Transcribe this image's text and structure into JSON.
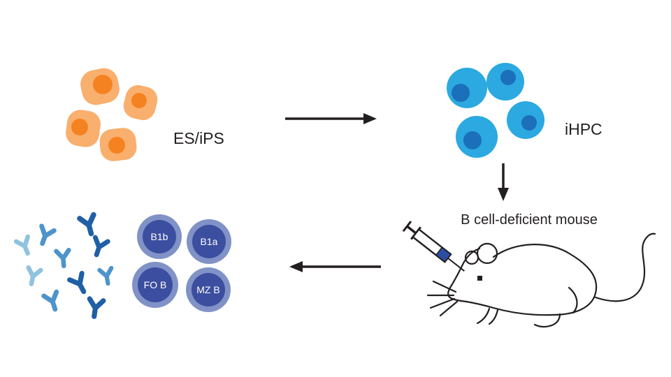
{
  "labels": {
    "es_ips": "ES/iPS",
    "ihpc": "iHPC",
    "mouse": "B cell-deficient mouse"
  },
  "b_cells": {
    "b1b": "B1b",
    "b1a": "B1a",
    "fob": "FO B",
    "mzb": "MZ B"
  },
  "colors": {
    "es_body": "#F9AF6E",
    "es_nucleus": "#F58220",
    "ihpc_body": "#2BA9E0",
    "ihpc_nucleus": "#1C6FBA",
    "bcell_outer": "#8092C6",
    "bcell_inner": "#3C4E9F",
    "antibody_dark": "#1F5FA6",
    "antibody_mid": "#4D94CC",
    "antibody_light": "#8FC3DE",
    "syringe_band": "#2B4EA2",
    "arrow": "#231F20"
  }
}
